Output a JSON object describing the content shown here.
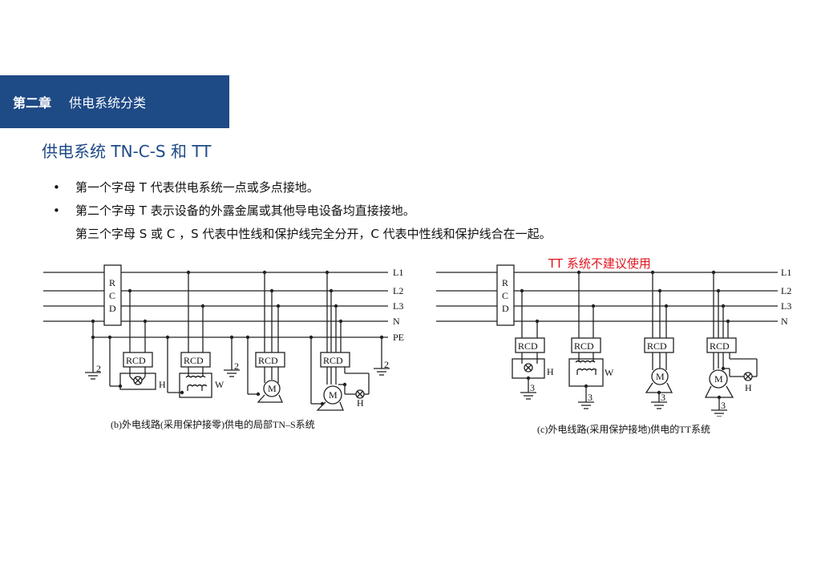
{
  "header": {
    "chapter_number": "第二章",
    "chapter_title": "供电系统分类"
  },
  "slide": {
    "title": "供电系统 TN-C-S 和 TT",
    "bullets": [
      {
        "bullet": "•",
        "text": "第一个字母 T 代表供电系统一点或多点接地。"
      },
      {
        "bullet": "•",
        "text": "第二个字母 T 表示设备的外露金属或其他导电设备均直接接地。"
      },
      {
        "bullet": "",
        "text": "第三个字母 S 或 C ，S 代表中性线和保护线完全分开，C 代表中性线和保护线合在一起。"
      }
    ],
    "warning": "TT 系统不建议使用"
  },
  "diagram_b": {
    "caption": "(b)外电线路(采用保护接零)供电的局部TN–S系统",
    "main_rcd": [
      "R",
      "C",
      "D"
    ],
    "lines": [
      "L1",
      "L2",
      "L3",
      "N",
      "PE"
    ],
    "rcd_label": "RCD",
    "loads": [
      "H",
      "W",
      "M",
      "M",
      "H"
    ],
    "ground_label": "2"
  },
  "diagram_c": {
    "caption": "(c)外电线路(采用保护接地)供电的TT系统",
    "main_rcd": [
      "R",
      "C",
      "D"
    ],
    "lines": [
      "L1",
      "L2",
      "L3",
      "N"
    ],
    "rcd_label": "RCD",
    "loads": [
      "H",
      "W",
      "M",
      "M",
      "H"
    ],
    "ground_label": "3"
  },
  "colors": {
    "brand_blue": "#1e4a86",
    "warning_red": "#e0141e"
  }
}
